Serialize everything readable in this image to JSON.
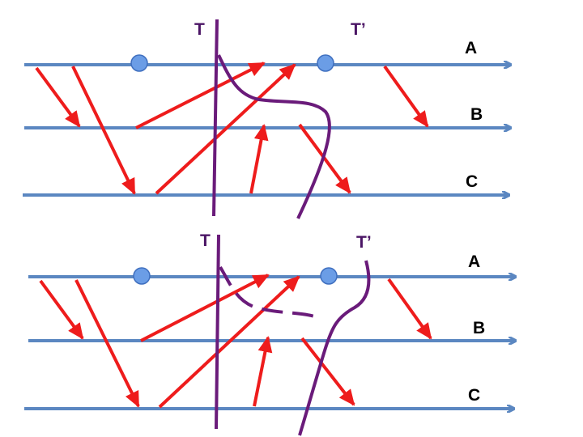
{
  "colors": {
    "timeline": "#5b87c1",
    "message": "#ee1c1c",
    "cut": "#6a1b7a",
    "event_fill": "#6b9de6",
    "event_stroke": "#3f6fbf"
  },
  "panels": [
    {
      "cut_labels": {
        "t": "T",
        "t_prime": "T’"
      },
      "process_labels": {
        "a": "A",
        "b": "B",
        "c": "C"
      },
      "cut_t_prime_style": "solid"
    },
    {
      "cut_labels": {
        "t": "T",
        "t_prime": "T’"
      },
      "process_labels": {
        "a": "A",
        "b": "B",
        "c": "C"
      },
      "cut_t_prime_style": "dashed-segment"
    }
  ]
}
